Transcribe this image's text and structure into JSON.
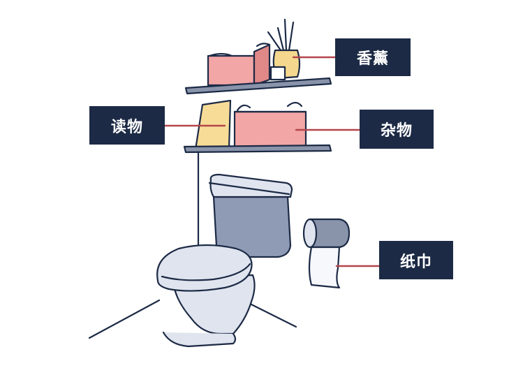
{
  "labels": {
    "fragrance": "香薰",
    "reading": "读物",
    "misc": "杂物",
    "tissue": "纸巾"
  },
  "colors": {
    "label_bg": "#1c2a45",
    "leader_line": "#b5464d",
    "outline": "#1c2a45",
    "basket_pink": "#f2a6a6",
    "basket_shade": "#e08888",
    "book_yellow": "#f7dc97",
    "vase_yellow": "#f5d88e",
    "shelf_gray": "#8994ab",
    "porcelain": "#dfe4ee",
    "tank_blue": "#8f9ab5",
    "tissue_white": "#f7f8fb"
  }
}
